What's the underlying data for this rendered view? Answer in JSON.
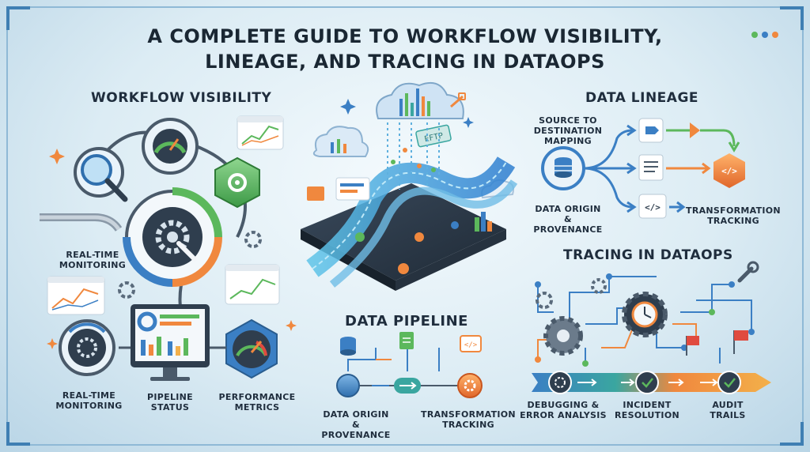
{
  "title_line1": "A COMPLETE GUIDE TO WORKFLOW VISIBILITY,",
  "title_line2": "LINEAGE, AND TRACING IN DATAOPS",
  "workflow": {
    "title": "WORKFLOW VISIBILITY",
    "label_realtime_mid": [
      "REAL-TIME",
      "MONITORING"
    ],
    "label_realtime_bottom": [
      "REAL-TIME",
      "MONITORING"
    ],
    "label_pipeline_status": [
      "PIPELINE",
      "STATUS"
    ],
    "label_performance": [
      "PERFORMANCE",
      "METRICS"
    ]
  },
  "pipeline": {
    "title": "DATA PIPELINE",
    "label_origin": [
      "DATA ORIGIN",
      "& PROVENANCE"
    ],
    "label_transformation": [
      "TRANSFORMATION",
      "TRACKING"
    ],
    "tag_text": "EFTP"
  },
  "lineage": {
    "title": "DATA LINEAGE",
    "label_source": [
      "SOURCE TO",
      "DESTINATION",
      "MAPPING"
    ],
    "label_origin": [
      "DATA ORIGIN",
      "& PROVENANCE"
    ],
    "label_transformation": [
      "TRANSFORMATION",
      "TRACKING"
    ]
  },
  "tracing": {
    "title": "TRACING IN DATAOPS",
    "label_debugging": [
      "DEBUGGING &",
      "ERROR ANALYSIS"
    ],
    "label_incident": [
      "INCIDENT",
      "RESOLUTION"
    ],
    "label_audit": [
      "AUDIT",
      "TRAILS"
    ]
  },
  "colors": {
    "blue": "#3b7fc4",
    "green": "#5cb85c",
    "orange": "#f0883e",
    "teal": "#3aa6a0",
    "red": "#e04b3f"
  }
}
